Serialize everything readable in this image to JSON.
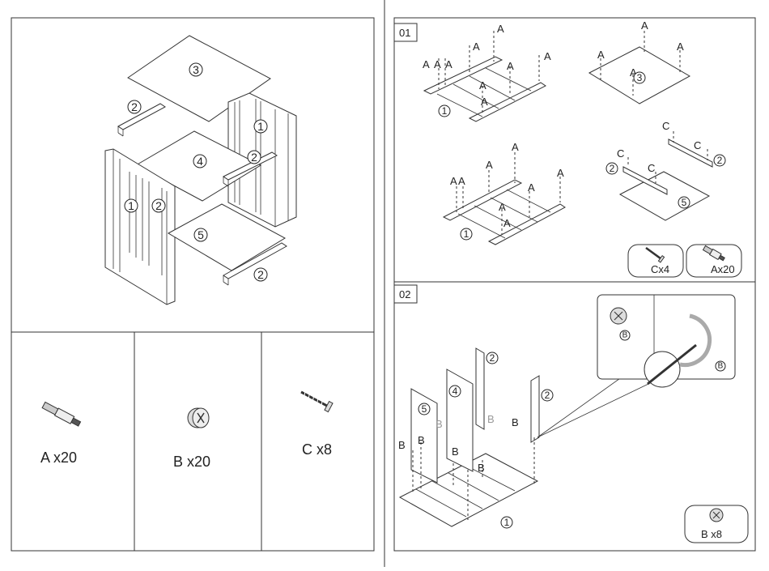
{
  "left_page": {
    "exploded_parts": [
      "3",
      "2",
      "1",
      "4",
      "2",
      "1",
      "2",
      "5",
      "2"
    ],
    "hardware": [
      {
        "icon": "cam-bolt-icon",
        "label": "A x20"
      },
      {
        "icon": "cam-lock-icon",
        "label": "B x20"
      },
      {
        "icon": "screw-icon",
        "label": "C x8"
      }
    ]
  },
  "step1": {
    "number": "01",
    "letters": {
      "a": "A",
      "c": "C"
    },
    "parts": {
      "one": "1",
      "two": "2",
      "three": "3",
      "five": "5"
    },
    "hardware_boxes": [
      {
        "icon": "screw-icon",
        "label": "Cx4"
      },
      {
        "icon": "cam-bolt-icon",
        "label": "Ax20"
      }
    ]
  },
  "step2": {
    "number": "02",
    "letter_b": "B",
    "parts": {
      "one": "1",
      "two": "2",
      "four": "4",
      "five": "5"
    },
    "hardware_box": {
      "icon": "cam-lock-icon",
      "label": "B x8"
    }
  },
  "colors": {
    "line": "#333333",
    "background": "#ffffff"
  }
}
